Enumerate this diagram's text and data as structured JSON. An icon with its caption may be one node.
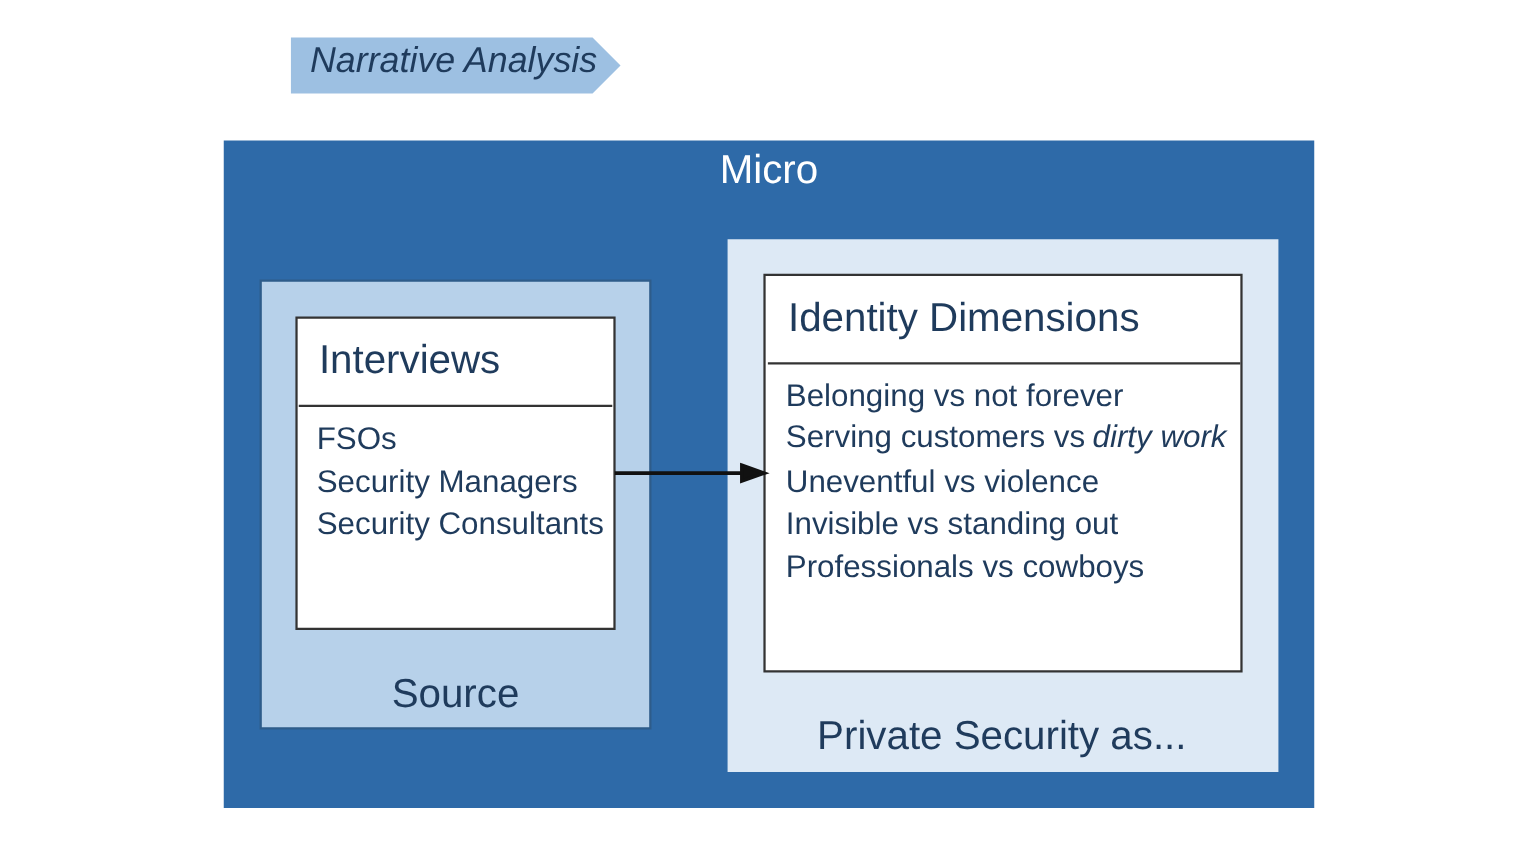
{
  "diagram": {
    "nodes": [
      {
        "text": [
          "Micro"
        ]
      },
      {
        "text": [
          "Source"
        ],
        "in": 0
      },
      {
        "text": [
          "Interviews",
          "FSOs",
          "Security Managers",
          "Security Consultants"
        ],
        "in": 1
      },
      {
        "text": [
          "Private Security as..."
        ],
        "in": 0
      },
      {
        "text": [
          "Identity Dimensions",
          "Belonging vs not forever",
          "Serving customers vs *dirty work*",
          "Uneventful vs violence",
          "Invisible vs standing out",
          "Professionals vs cowboys"
        ],
        "in": 3
      },
      {
        "text": [
          "Narrative Analysis"
        ]
      }
    ],
    "edges": [
      {
        "from": 2,
        "to": 4,
        "arrow": "to"
      }
    ]
  }
}
